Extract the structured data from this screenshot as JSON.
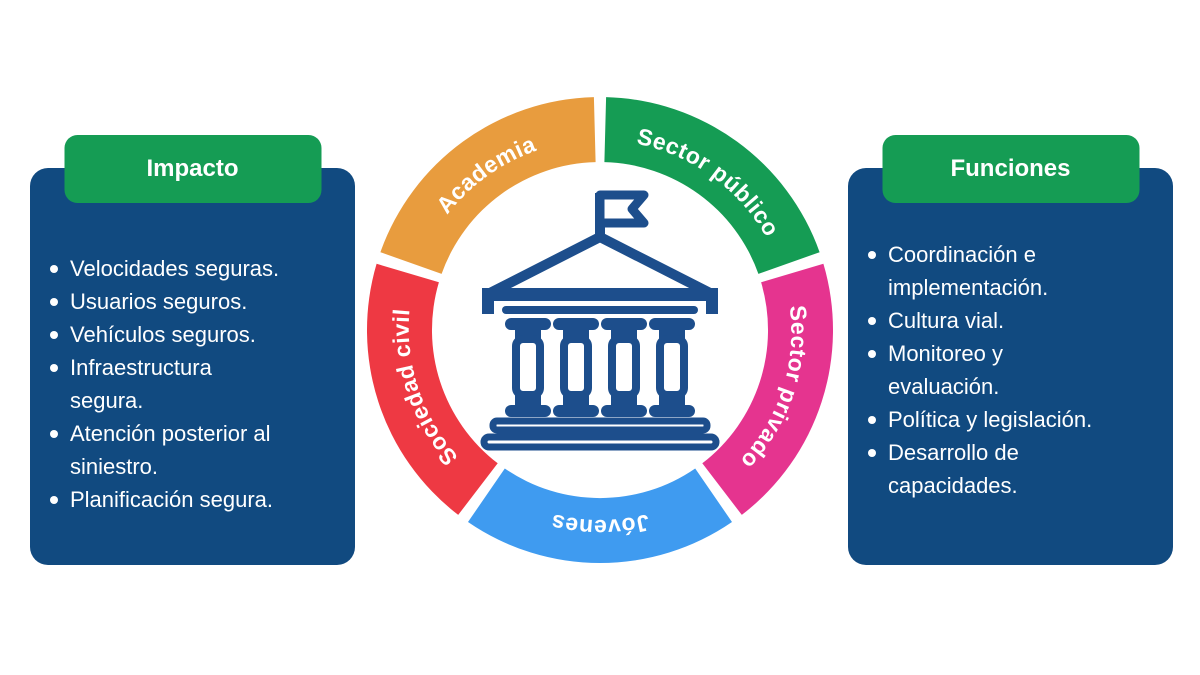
{
  "colors": {
    "panel_navy": "#114A80",
    "badge_green": "#159C54",
    "icon_navy": "#1D4E8C",
    "text_white": "#FFFFFF"
  },
  "impact_panel": {
    "title": "Impacto",
    "items": [
      "Velocidades seguras.",
      "Usuarios seguros.",
      "Vehículos seguros.",
      "Infraestructura\nsegura.",
      "Atención posterior al\nsiniestro.",
      "Planificación segura."
    ]
  },
  "functions_panel": {
    "title": "Funciones",
    "items": [
      "Coordinación e\nimplementación.",
      "Cultura vial.",
      "Monitoreo y\nevaluación.",
      "Política y legislación.",
      "Desarrollo de\ncapacidades."
    ]
  },
  "ring": {
    "center_icon": "government-building-icon",
    "segments": [
      {
        "label": "Academia",
        "color": "#E89C3E"
      },
      {
        "label": "Sector público",
        "color": "#159C54"
      },
      {
        "label": "Sector privado",
        "color": "#E5348F"
      },
      {
        "label": "Jóvenes",
        "color": "#3F9BF0"
      },
      {
        "label": "Sociedad civil",
        "color": "#EE3943"
      }
    ]
  }
}
